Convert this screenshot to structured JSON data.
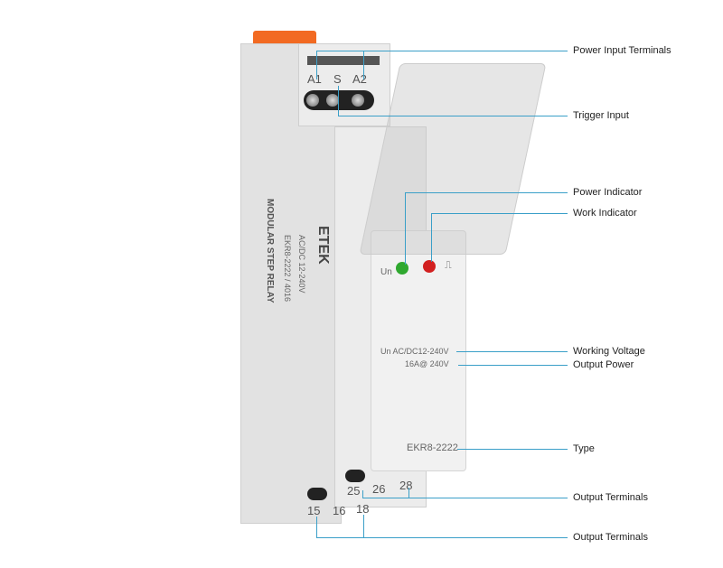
{
  "device": {
    "brand": "ETEK",
    "side_title": "MODULAR STEP RELAY",
    "side_model": "EKR8-2222 / 4016",
    "side_voltage": "AC/DC 12-240V",
    "top_terminals": [
      "A1",
      "S",
      "A2"
    ],
    "indicator_label": "Un",
    "voltage_text": "Un AC/DC12-240V",
    "power_text": "16A@ 240V",
    "model": "EKR8-2222",
    "bottom_terminals_front": [
      "25",
      "26",
      "28"
    ],
    "bottom_terminals_back": [
      "15",
      "16",
      "18"
    ],
    "colors": {
      "power_led": "#2fa82f",
      "work_led": "#d22020",
      "latch": "#f26a22",
      "callout_line": "#3a9fc8"
    }
  },
  "callouts": [
    {
      "label": "Power Input Terminals"
    },
    {
      "label": "Trigger Input"
    },
    {
      "label": "Power Indicator"
    },
    {
      "label": "Work Indicator"
    },
    {
      "label": "Working Voltage"
    },
    {
      "label": "Output Power"
    },
    {
      "label": "Type"
    },
    {
      "label": "Output Terminals"
    },
    {
      "label": "Output Terminals"
    }
  ]
}
